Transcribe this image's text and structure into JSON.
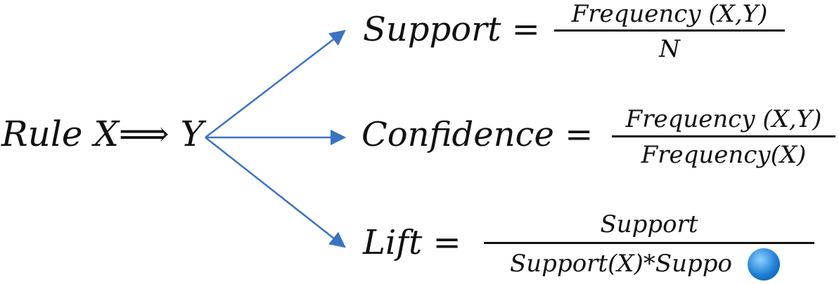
{
  "rule": {
    "text": "Rule X⟹ Y"
  },
  "support": {
    "lhs": "Support =",
    "numerator": "Frequency (X,Y)",
    "denominator": "N"
  },
  "confidence": {
    "lhs": "Confidence =",
    "numerator": "Frequency (X,Y)",
    "denominator": "Frequency(X)"
  },
  "lift": {
    "lhs": "Lift =",
    "numerator": "Support",
    "denominator": "Support(X)*Suppo"
  },
  "colors": {
    "arrow": "#3b73c2",
    "text": "#111111"
  },
  "watermark": {
    "icon": "globe-logo-icon",
    "text": ""
  }
}
